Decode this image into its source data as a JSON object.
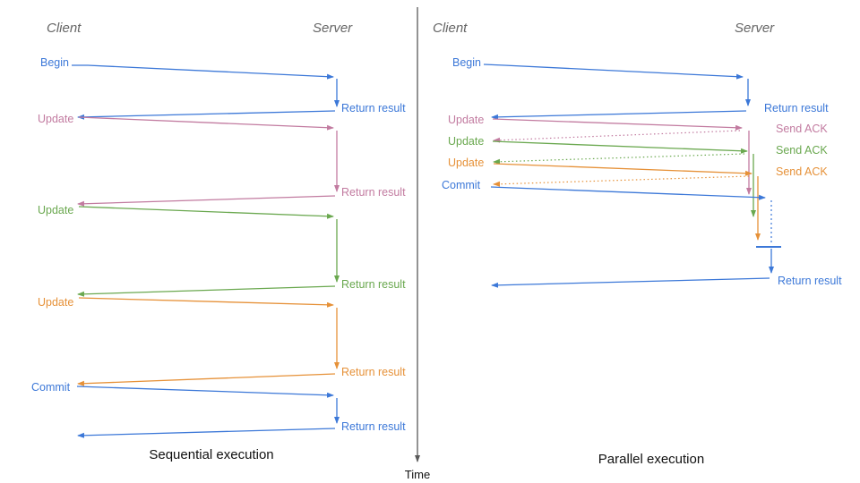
{
  "colors": {
    "blue": "#3c78d8",
    "pink": "#c27ba0",
    "green": "#6aa84f",
    "orange": "#e69138",
    "axis": "#595959",
    "heading_gray": "#666666",
    "caption": "#111111"
  },
  "time_axis": {
    "label": "Time"
  },
  "left_panel": {
    "caption": "Sequential execution",
    "client_header": "Client",
    "server_header": "Server",
    "messages": [
      {
        "request": "Begin",
        "response": "Return result",
        "color": "blue",
        "response_style": "solid"
      },
      {
        "request": "Update",
        "response": "Return result",
        "color": "pink",
        "response_style": "solid"
      },
      {
        "request": "Update",
        "response": "Return result",
        "color": "green",
        "response_style": "solid"
      },
      {
        "request": "Update",
        "response": "Return result",
        "color": "orange",
        "response_style": "solid"
      },
      {
        "request": "Commit",
        "response": "Return result",
        "color": "blue",
        "response_style": "solid"
      }
    ]
  },
  "right_panel": {
    "caption": "Parallel execution",
    "client_header": "Client",
    "server_header": "Server",
    "messages": [
      {
        "request": "Begin",
        "response": "Return result",
        "color": "blue",
        "response_style": "solid"
      },
      {
        "request": "Update",
        "response": "Send ACK",
        "color": "pink",
        "response_style": "dotted"
      },
      {
        "request": "Update",
        "response": "Send ACK",
        "color": "green",
        "response_style": "dotted"
      },
      {
        "request": "Update",
        "response": "Send ACK",
        "color": "orange",
        "response_style": "dotted"
      },
      {
        "request": "Commit",
        "response": "Return result",
        "color": "blue",
        "response_style": "solid"
      }
    ]
  }
}
